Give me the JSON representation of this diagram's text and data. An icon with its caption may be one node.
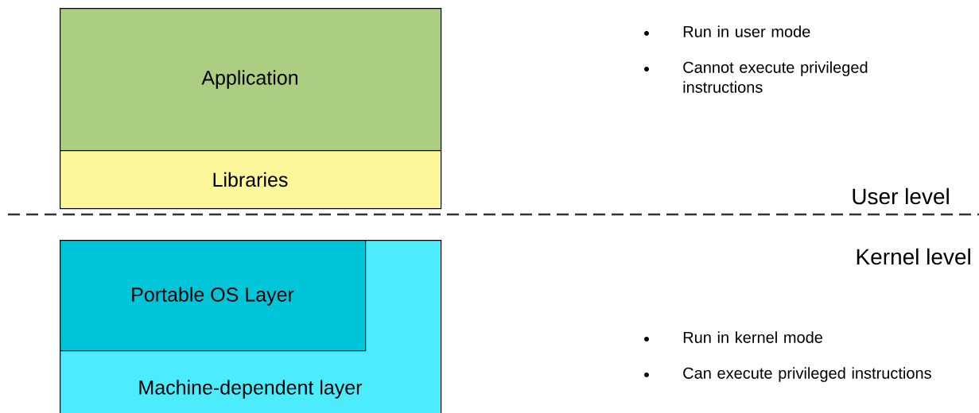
{
  "diagram": {
    "nodes": [
      {
        "text": [
          "Application"
        ]
      },
      {
        "text": [
          "Libraries"
        ]
      },
      {
        "text": [
          "Machine-dependent layer"
        ]
      },
      {
        "text": [
          "Portable OS Layer"
        ],
        "in": 2
      }
    ],
    "labels": [
      "Run in user mode",
      "Cannot execute privileged instructions",
      "User level",
      "Kernel level",
      "Run in kernel mode",
      "Can execute privileged instructions"
    ]
  }
}
